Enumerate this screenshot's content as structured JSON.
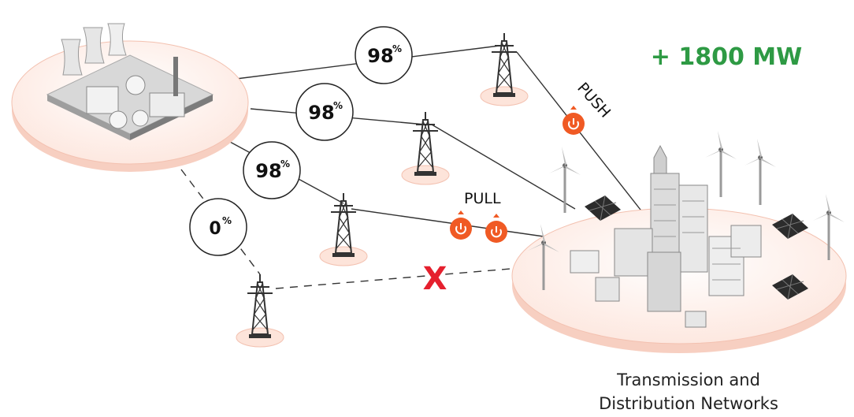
{
  "headline": "+ 1800 MW",
  "caption_line1": "Transmission and",
  "caption_line2": "Distribution Networks",
  "labels": {
    "push": "PUSH",
    "pull": "PULL",
    "disconnected": "X"
  },
  "links": [
    {
      "value": "98",
      "unit": "%"
    },
    {
      "value": "98",
      "unit": "%"
    },
    {
      "value": "98",
      "unit": "%"
    },
    {
      "value": "0",
      "unit": "%"
    }
  ],
  "icons": {
    "plant": "power-plant-icon",
    "tower": "transmission-tower-icon",
    "power": "power-button-icon",
    "city": "city-icon",
    "wind": "wind-turbine-icon",
    "solar": "solar-panel-icon"
  },
  "colors": {
    "accent_green": "#2e9a44",
    "power_orange": "#f05a24",
    "disconnect_red": "#e5202e",
    "platform": "#fbe4dc"
  }
}
